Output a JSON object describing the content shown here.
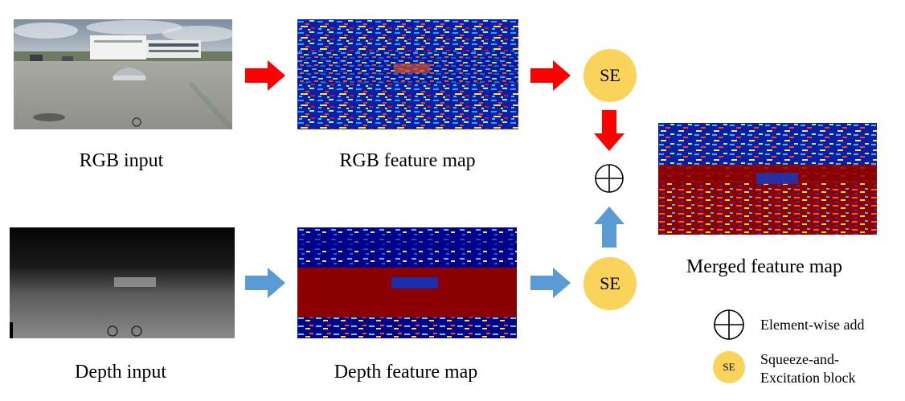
{
  "labels": {
    "rgb_input": "RGB input",
    "rgb_feature_map": "RGB feature map",
    "depth_input": "Depth input",
    "depth_feature_map": "Depth feature map",
    "merged_feature_map": "Merged feature map"
  },
  "se_blocks": {
    "top": "SE",
    "bottom": "SE"
  },
  "legend": {
    "add_label": "Element-wise add",
    "se_symbol": "SE",
    "se_label_line1": "Squeeze-and-",
    "se_label_line2": "Excitation block"
  },
  "colors": {
    "rgb_arrow": "#ff0000",
    "depth_arrow": "#5b9bd5",
    "se_fill": "#fad35a",
    "feature_dark_blue": "#00008b",
    "feature_dark_red": "#8b0000"
  }
}
